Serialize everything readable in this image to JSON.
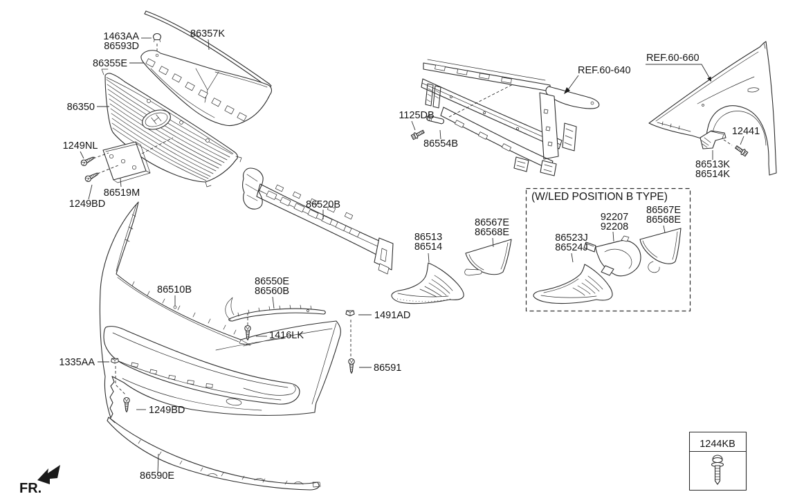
{
  "page": {
    "background": "#ffffff",
    "ink": "#2b2b2b",
    "description_domain": "front bumper parts diagram"
  },
  "callouts": {
    "c1463aa": "1463AA",
    "c86593d": "86593D",
    "c86357k": "86357K",
    "c86355e": "86355E",
    "c86350": "86350",
    "c1249nl": "1249NL",
    "c86519m": "86519M",
    "c1249bd_top": "1249BD",
    "c86520b": "86520B",
    "c1125db": "1125DB",
    "c86554b": "86554B",
    "c12441": "12441",
    "c86513k": "86513K",
    "c86514k": "86514K",
    "c86567e": "86567E",
    "c86568e": "86568E",
    "c86513": "86513",
    "c86514": "86514",
    "c86510b": "86510B",
    "c86550e": "86550E",
    "c86560b": "86560B",
    "c1416lk": "1416LK",
    "c1491ad": "1491AD",
    "c86591": "86591",
    "c1335aa": "1335AA",
    "c1249bd_bot": "1249BD",
    "c86590e": "86590E"
  },
  "refs": {
    "front_end_module": "REF.60-640",
    "fender": "REF.60-660"
  },
  "led_box": {
    "title": "(W/LED POSITION B TYPE)",
    "bezel_line1": "86523J",
    "bezel_line2": "86524J",
    "lamp_line1": "92207",
    "lamp_line2": "92208",
    "cover_line1": "86567E",
    "cover_line2": "86568E"
  },
  "inset": {
    "part": "1244KB"
  },
  "direction": {
    "label": "FR."
  }
}
